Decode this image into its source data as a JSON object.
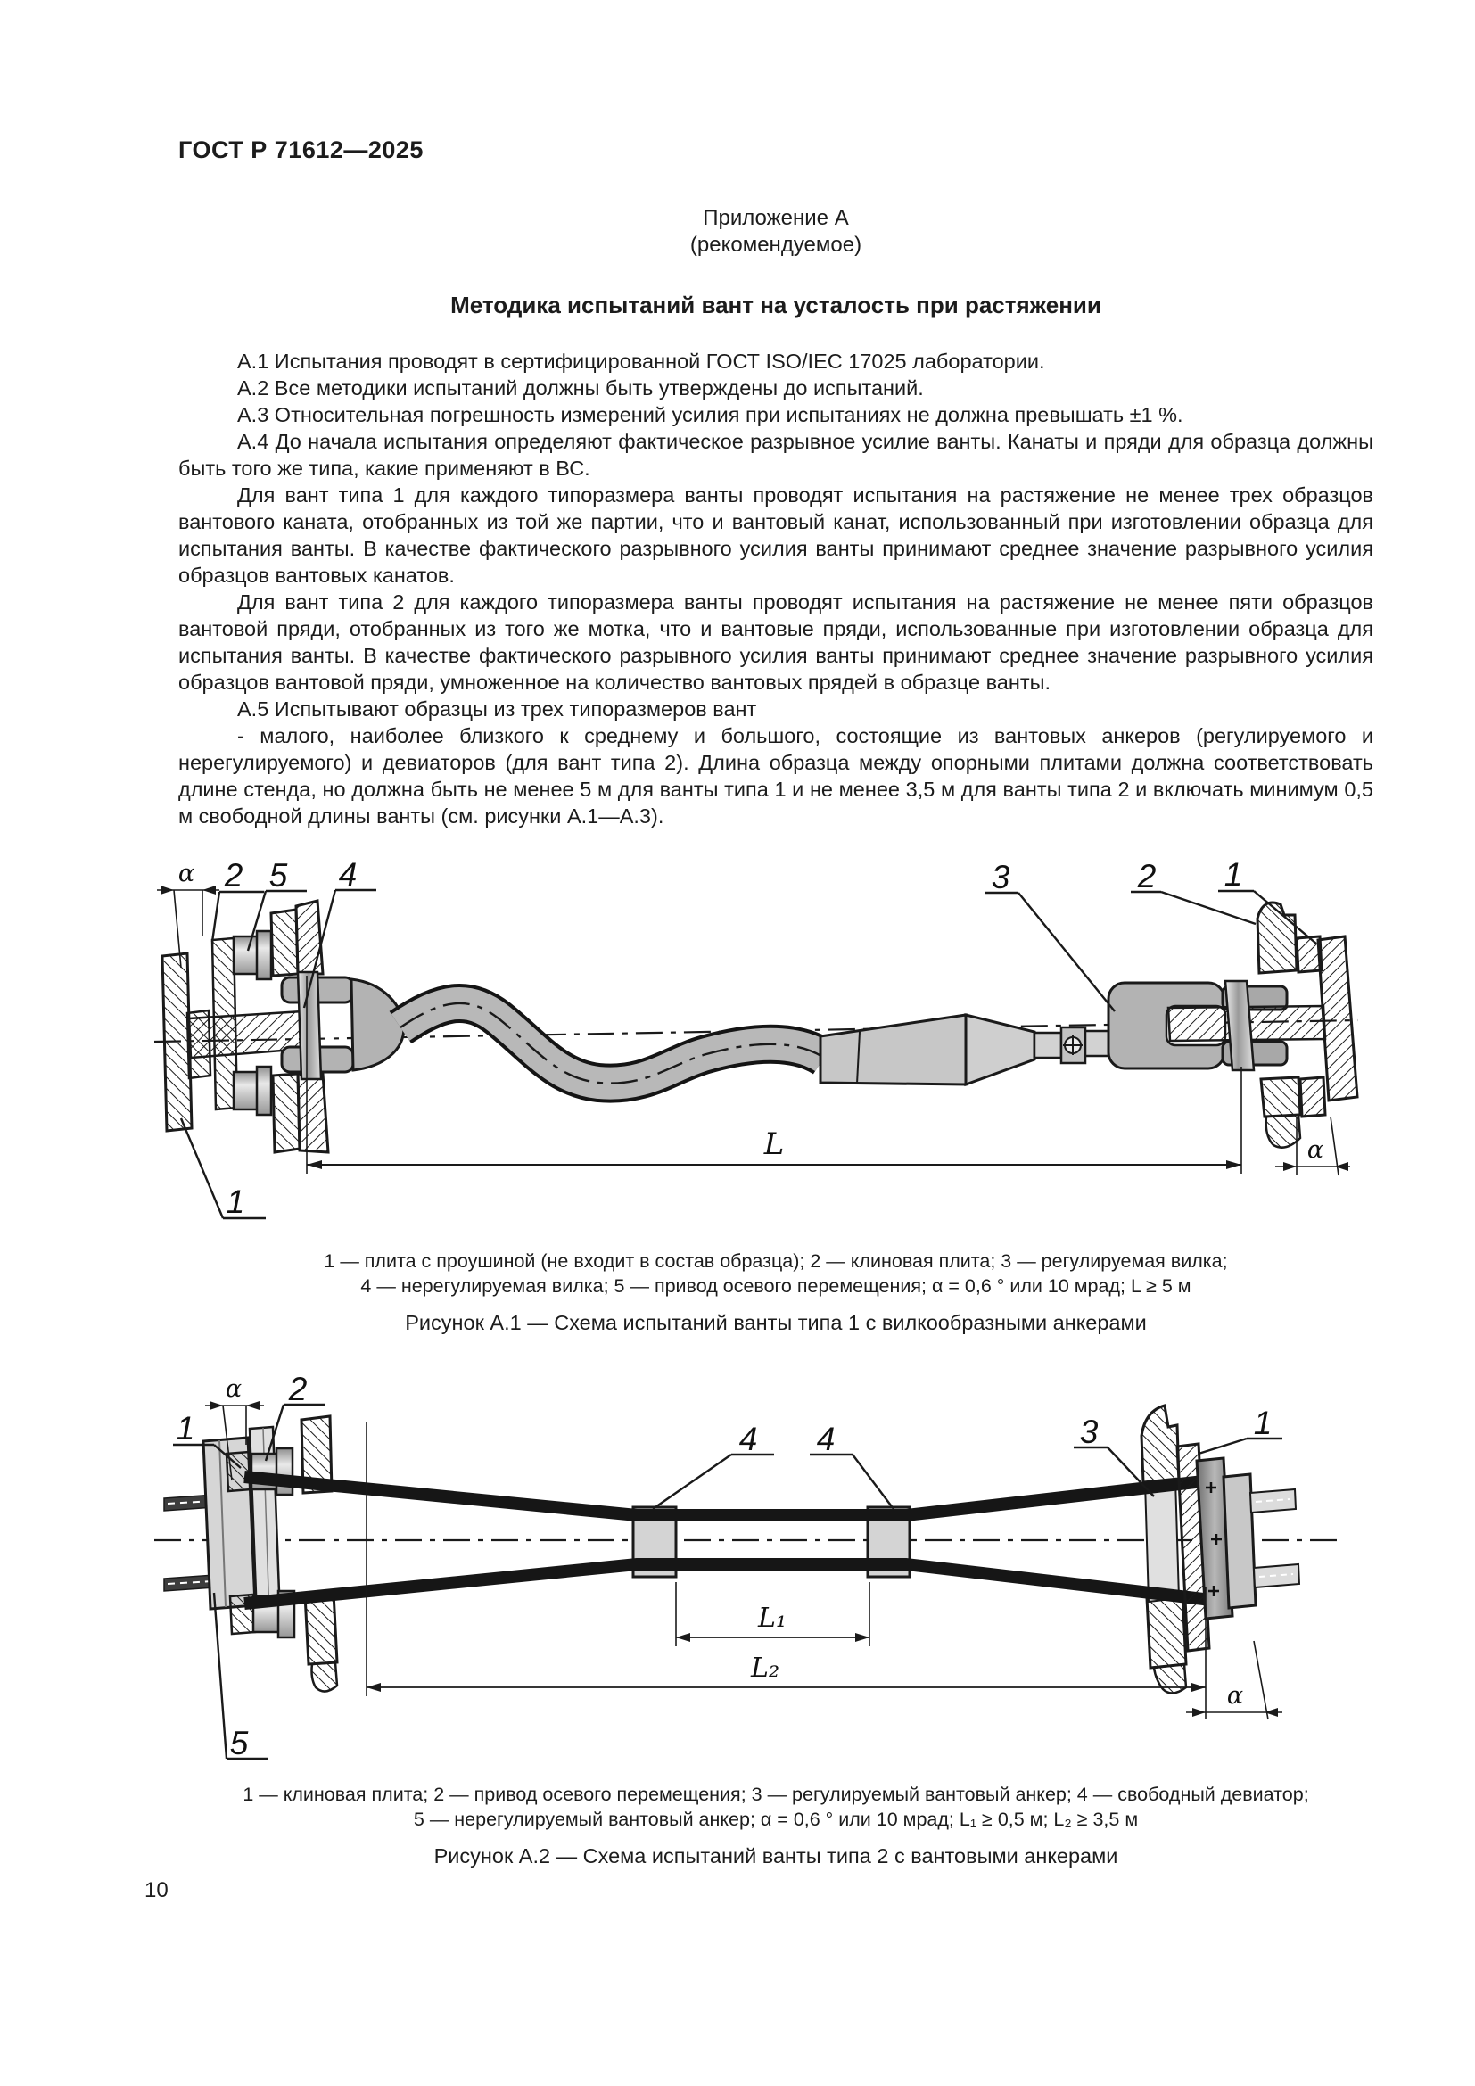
{
  "page": {
    "standard_code": "ГОСТ Р 71612—2025",
    "page_number": "10"
  },
  "appendix": {
    "label": "Приложение А",
    "type": "(рекомендуемое)",
    "title": "Методика испытаний вант на усталость при растяжении"
  },
  "paragraphs": [
    "А.1 Испытания проводят в сертифицированной ГОСТ ISO/IEC 17025 лаборатории.",
    "А.2 Все методики испытаний должны быть утверждены до испытаний.",
    "А.3 Относительная погрешность измерений усилия при испытаниях не должна превышать ±1 %.",
    "А.4 До начала испытания определяют фактическое разрывное усилие ванты. Канаты и пряди для образца должны быть того же типа, какие применяют в ВС.",
    "Для вант типа 1 для каждого типоразмера ванты проводят испытания на растяжение не менее трех образцов вантового каната, отобранных из той же партии, что и вантовый канат, использованный при изготовлении образца для испытания ванты. В качестве фактического разрывного усилия ванты принимают среднее значение разрывного усилия образцов вантовых канатов.",
    "Для вант типа 2 для каждого типоразмера ванты проводят испытания на растяжение не менее пяти образцов вантовой пряди, отобранных из того же мотка, что и вантовые пряди, использованные при изготовлении образца для испытания ванты. В качестве фактического разрывного усилия ванты принимают среднее значение разрывного усилия образцов вантовой пряди, умноженное на количество вантовых прядей в образце ванты.",
    "А.5 Испытывают образцы из трех типоразмеров вант",
    "- малого, наиболее близкого к среднему и большого, состоящие из вантовых анкеров (регулируемого и нерегулируемого) и девиаторов (для вант типа 2). Длина образца между опорными плитами должна соответствовать длине стенда, но должна быть не менее 5 м для ванты типа 1 и не менее 3,5 м для ванты типа 2 и включать минимум 0,5 м свободной длины ванты (см. рисунки А.1—А.3)."
  ],
  "figure_a1": {
    "legend_line1": "1 — плита с проушиной (не входит в состав образца); 2 — клиновая плита; 3 — регулируемая вилка;",
    "legend_line2": "4 — нерегулируемая вилка; 5 — привод осевого перемещения; α = 0,6 ° или 10 мрад; L ≥ 5 м",
    "caption": "Рисунок А.1 — Схема испытаний ванты типа 1 с вилкообразными анкерами",
    "labels": {
      "alpha_left": "α",
      "pos2_left": "2",
      "pos5": "5",
      "pos4": "4",
      "pos3": "3",
      "pos2_right": "2",
      "pos1_right": "1",
      "pos1_bottom": "1",
      "dim_length": "L",
      "alpha_right": "α"
    }
  },
  "figure_a2": {
    "legend_line1": "1 — клиновая плита; 2 — привод осевого перемещения; 3 — регулируемый вантовый анкер; 4 — свободный девиатор;",
    "legend_line2": "5 — нерегулируемый вантовый анкер; α = 0,6 ° или 10 мрад; L₁ ≥ 0,5 м; L₂ ≥ 3,5 м",
    "caption": "Рисунок А.2 — Схема испытаний ванты типа 2 с вантовыми анкерами",
    "labels": {
      "pos1_left": "1",
      "alpha_left": "α",
      "pos2": "2",
      "pos4_left": "4",
      "pos4_right": "4",
      "pos3": "3",
      "pos1_right": "1",
      "pos5": "5",
      "dim_l1": "L₁",
      "dim_l2": "L₂",
      "alpha_right": "α"
    }
  }
}
